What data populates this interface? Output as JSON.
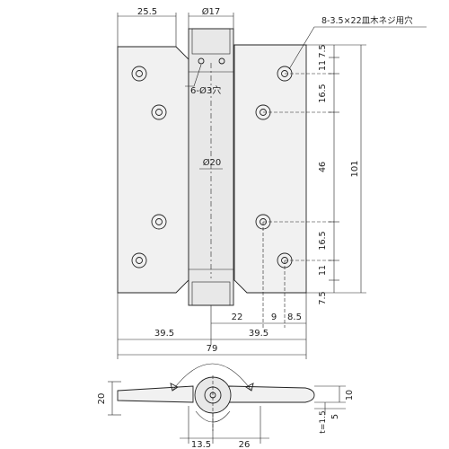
{
  "front_view": {
    "top_dims": {
      "leaf_width": "25.5",
      "knuckle_dia": "Ø17"
    },
    "screw_callout": "8-3.5×22皿木ネジ用穴",
    "hole_callout": "6-Ø3穴",
    "pin_dia": "Ø20",
    "right_dims": [
      "7.5",
      "11",
      "16.5",
      "46",
      "16.5",
      "11",
      "7.5"
    ],
    "overall_height": "101",
    "bottom_dims": {
      "a": "22",
      "b": "9",
      "c": "8.5",
      "half_left": "39.5",
      "half_right": "39.5",
      "overall_width": "79"
    }
  },
  "plan_view": {
    "height": "20",
    "right_dims": [
      "10",
      "5"
    ],
    "thickness": "t=1.5",
    "bottom_dims": [
      "13.5",
      "26"
    ]
  }
}
